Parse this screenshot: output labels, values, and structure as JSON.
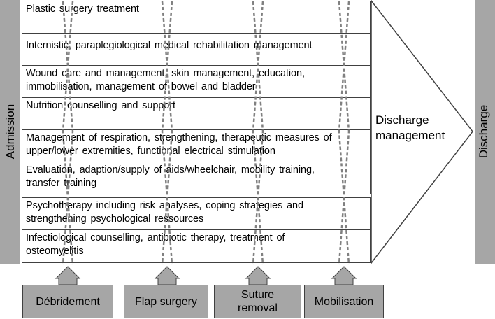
{
  "left_bar": {
    "label": "Admission",
    "color": "#a6a6a6"
  },
  "right_bar": {
    "label": "Discharge",
    "color": "#a6a6a6"
  },
  "discharge_arrow": {
    "line1": "Discharge",
    "line2": "management"
  },
  "rows": [
    {
      "lines": [
        "Plastic surgery treatment"
      ]
    },
    {
      "lines": [
        "Internistic, paraplegiological medical rehabilitation management"
      ]
    },
    {
      "lines": [
        "Wound care and management, skin management, education,",
        "immobilisation, management of bowel and bladder"
      ]
    },
    {
      "lines": [
        "Nutrition counselling and support"
      ]
    },
    {
      "lines": [
        "Management of respiration, strengthening, therapeutic measures of",
        "upper/lower extremities, functional electrical stimulation"
      ]
    },
    {
      "lines": [
        "Evaluation, adaption/supply of aids/wheelchair, mobility training,",
        "transfer training"
      ]
    },
    {
      "lines": [
        "Psychotherapy including risk analyses, coping strategies and",
        "strengthening psychological ressources"
      ]
    },
    {
      "lines": [
        "Infectiological counselling, antibiotic therapy, treatment of",
        "osteomyelitis"
      ]
    }
  ],
  "phases": [
    {
      "lines": [
        "Débridement"
      ]
    },
    {
      "lines": [
        "Flap surgery"
      ]
    },
    {
      "lines": [
        "Suture",
        "removal"
      ]
    },
    {
      "lines": [
        "Mobilisation"
      ]
    }
  ],
  "colors": {
    "box_fill": "#a6a6a6",
    "border": "#404040",
    "dash": "#808080"
  }
}
